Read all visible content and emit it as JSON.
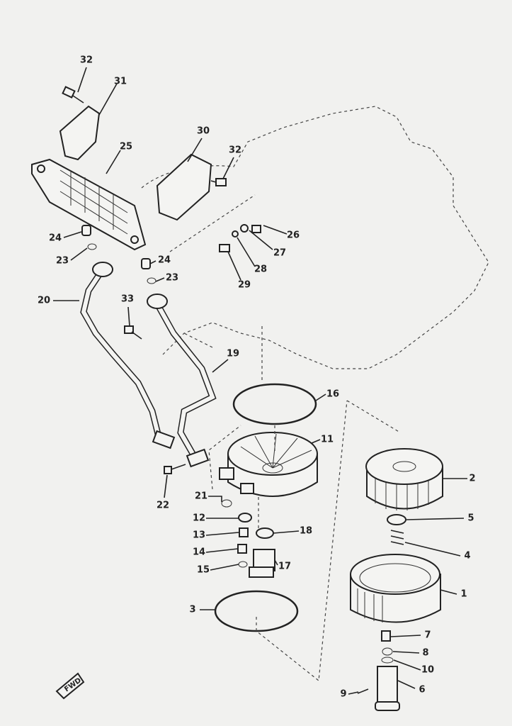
{
  "diagram": {
    "labels": {
      "l32a": "32",
      "l31": "31",
      "l25": "25",
      "l30": "30",
      "l32b": "32",
      "l26": "26",
      "l27": "27",
      "l28": "28",
      "l29": "29",
      "l24a": "24",
      "l23a": "23",
      "l24b": "24",
      "l23b": "23",
      "l20": "20",
      "l33": "33",
      "l19": "19",
      "l16": "16",
      "l11": "11",
      "l2": "2",
      "l5": "5",
      "l4": "4",
      "l1": "1",
      "l18": "18",
      "l17": "17",
      "l12": "12",
      "l13": "13",
      "l14": "14",
      "l15": "15",
      "l21": "21",
      "l22": "22",
      "l3": "3",
      "l7": "7",
      "l8": "8",
      "l10": "10",
      "l6": "6",
      "l9": "9"
    },
    "fwd_badge": "FWD"
  }
}
